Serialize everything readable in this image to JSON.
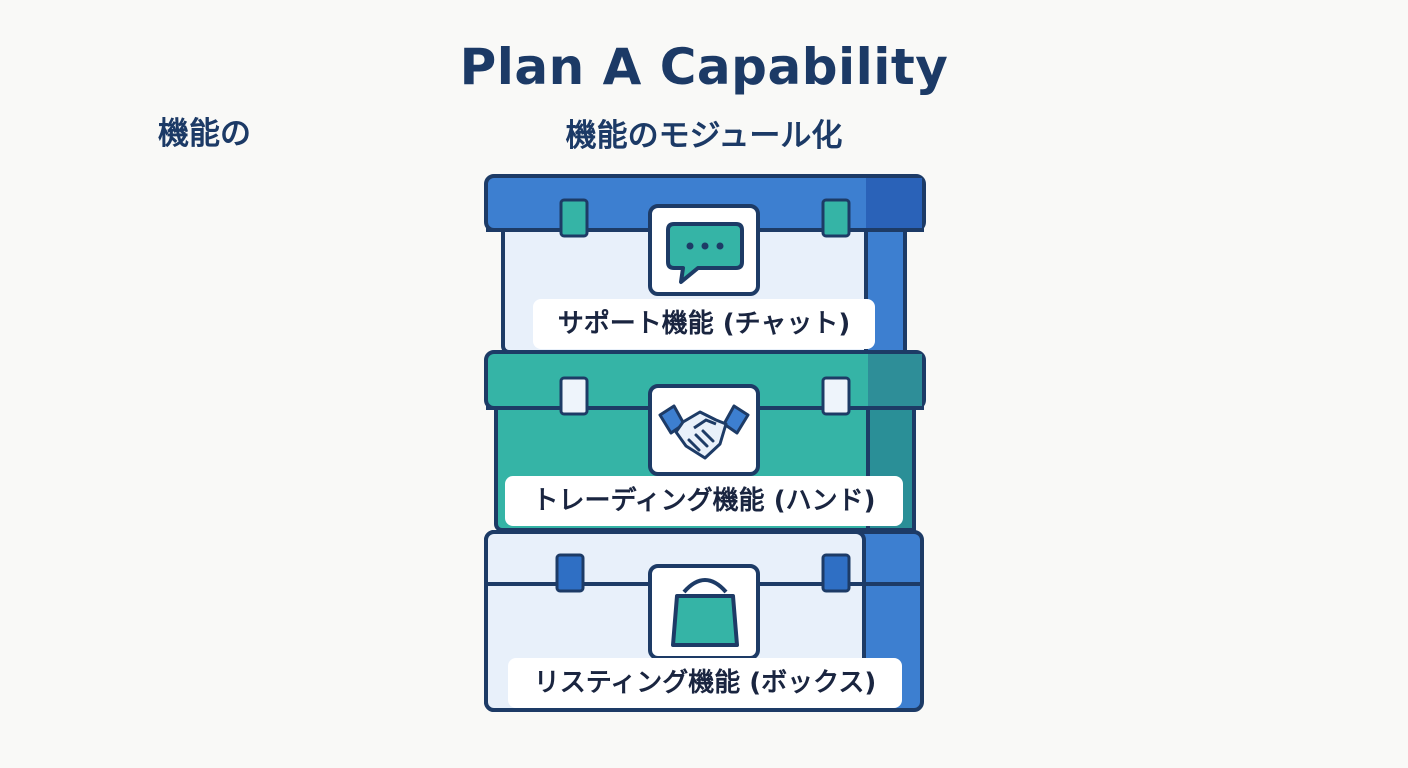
{
  "header": {
    "title": "Plan A Capability",
    "subtitle": "機能のモジュール化",
    "side_label": "機能の"
  },
  "modules": [
    {
      "label": "サポート機能 (チャット)",
      "icon": "chat-bubble-icon",
      "color": "#3d7fd0"
    },
    {
      "label": "トレーディング機能 (ハンド)",
      "icon": "handshake-icon",
      "color": "#35b4a6"
    },
    {
      "label": "リスティング機能 (ボックス)",
      "icon": "shopping-bag-icon",
      "color": "#3d7fd0"
    }
  ],
  "colors": {
    "outline": "#1d3b66",
    "blue": "#3d7fd0",
    "teal": "#35b4a6",
    "pale": "#e8f0fa"
  }
}
